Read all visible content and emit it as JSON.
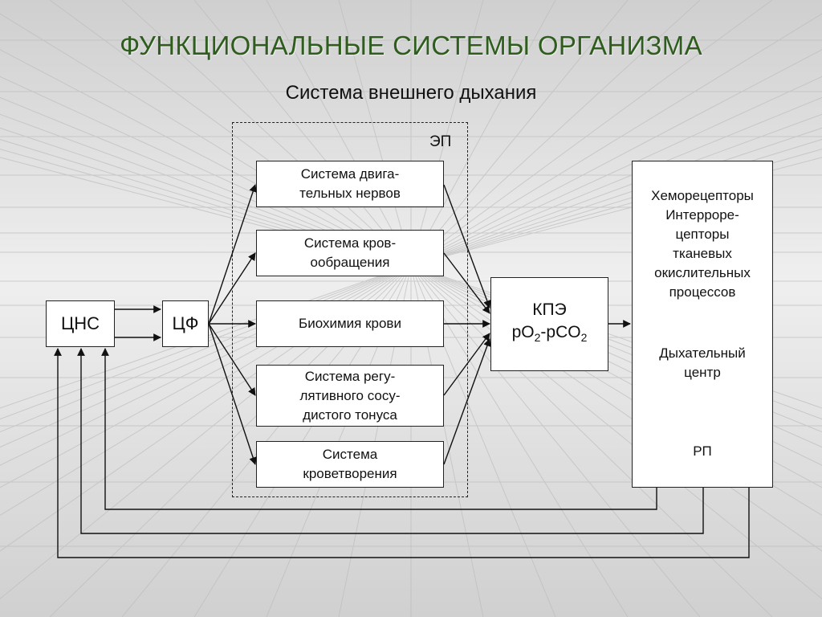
{
  "slide": {
    "title": "ФУНКЦИОНАЛЬНЫЕ СИСТЕМЫ ОРГАНИЗМА",
    "subtitle": "Система внешнего дыхания"
  },
  "diagram": {
    "cns": "ЦНС",
    "cf": "ЦФ",
    "ep_label": "ЭП",
    "systems": [
      "Система двига-\nтельных нервов",
      "Система кров-\nообращения",
      "Биохимия крови",
      "Система регу-\nлятивного сосу-\nдистого тонуса",
      "Система\nкроветворения"
    ],
    "kpe": {
      "title": "КПЭ",
      "formula_p1": "pO",
      "sub1": "2",
      "formula_sep": "-pCO",
      "sub2": "2"
    },
    "receptors": {
      "chemo": "Хеморецепторы",
      "intero": "Интерроре-\nцепторы\nтканевых\nокислительных\nпроцессов",
      "resp_center": "Дыхательный\nцентр",
      "rp": "РП"
    }
  },
  "colors": {
    "title": "#2e5d1e",
    "background": "#d6d6d6",
    "box_border": "#222222"
  }
}
